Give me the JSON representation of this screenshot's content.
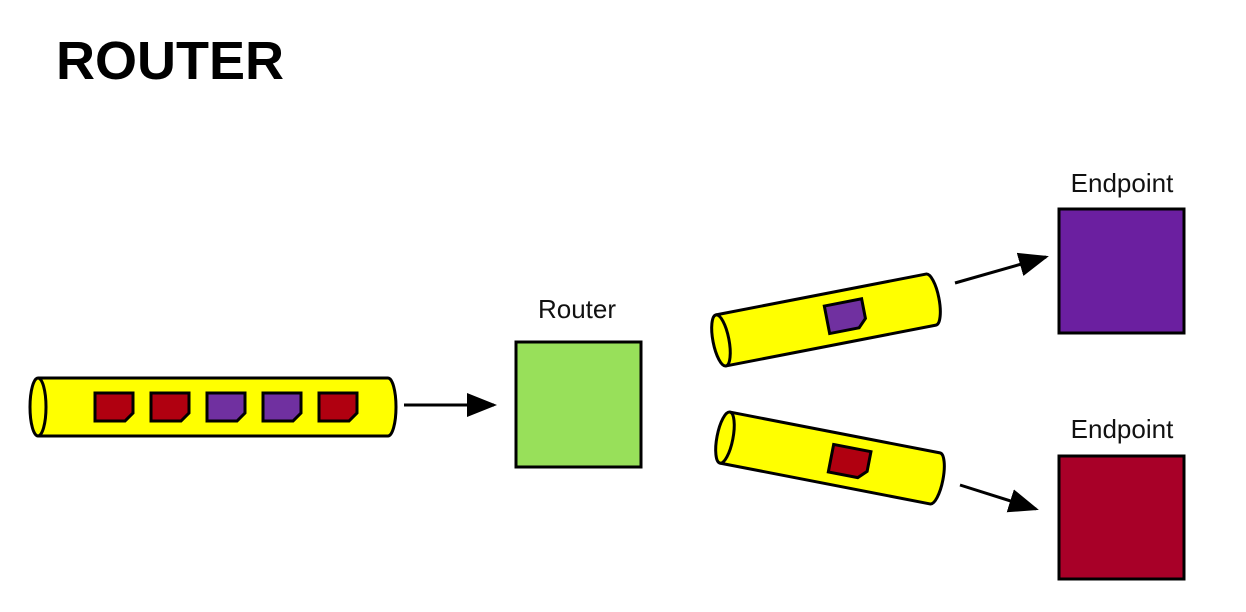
{
  "title": "ROUTER",
  "router": {
    "label": "Router",
    "color": "#98e05a"
  },
  "endpoints": [
    {
      "label": "Endpoint",
      "color": "#6b1fa0"
    },
    {
      "label": "Endpoint",
      "color": "#a80028"
    }
  ],
  "channel_color": "#ffff00",
  "input_channel_messages": [
    "red",
    "red",
    "purple",
    "purple",
    "red"
  ],
  "output_channels": [
    {
      "message": "purple",
      "target": "endpoint-1"
    },
    {
      "message": "red",
      "target": "endpoint-2"
    }
  ],
  "message_colors": {
    "red": "#b00010",
    "purple": "#7030a0"
  }
}
